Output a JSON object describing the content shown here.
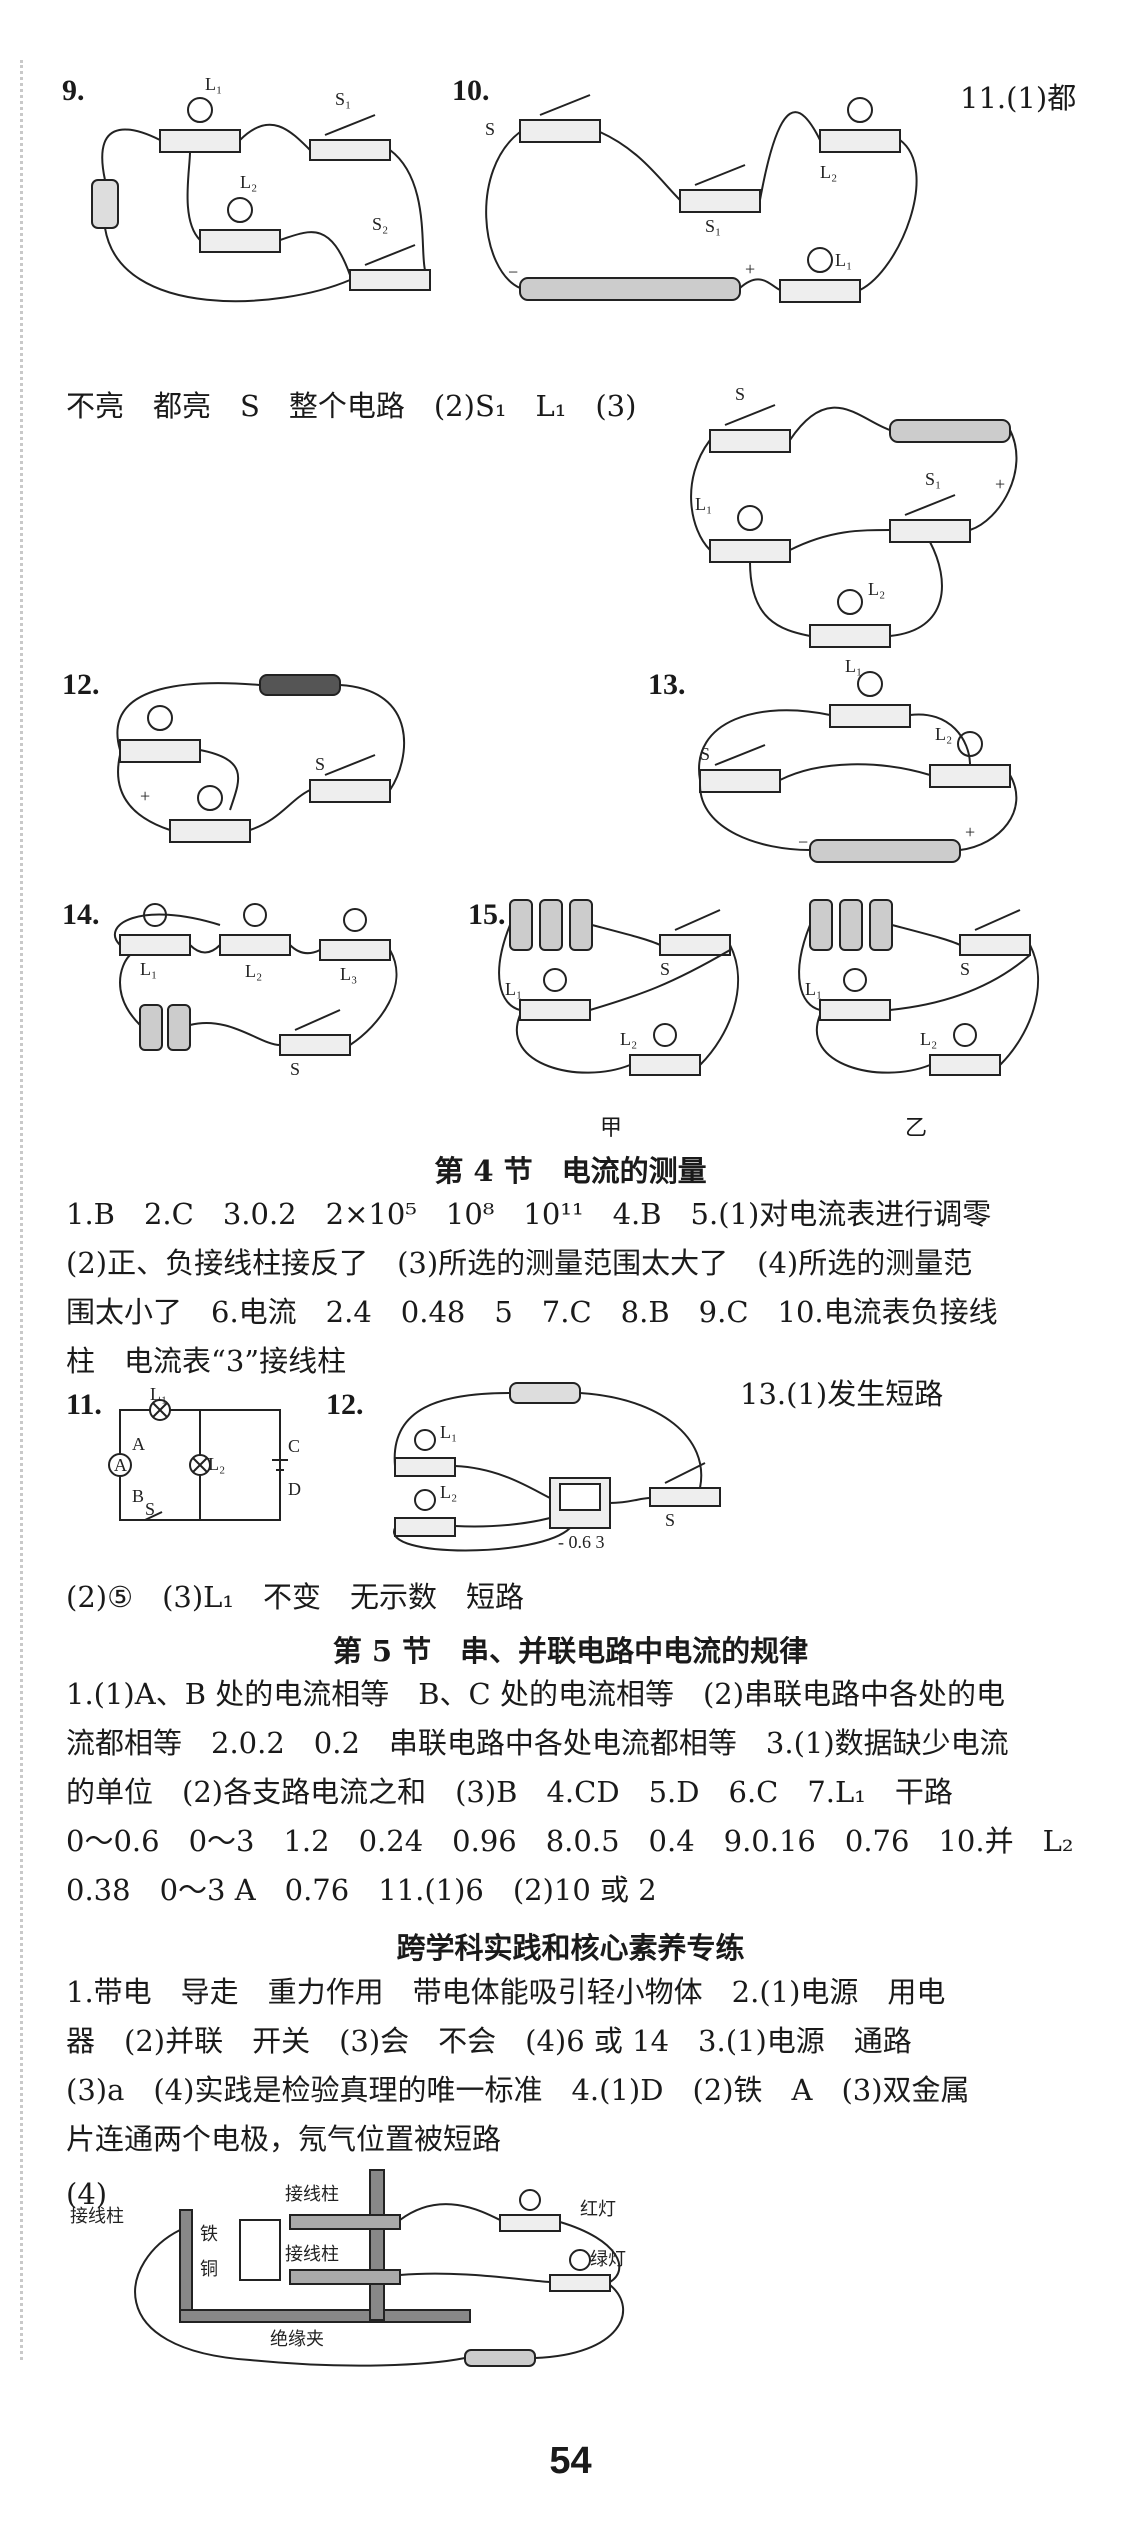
{
  "row1": {
    "q9": "9.",
    "q10": "10.",
    "q11_start": "11.(1)都",
    "q11_cont": "不亮　都亮　S　整个电路　(2)S₁　L₁　(3)"
  },
  "row2": {
    "q12": "12.",
    "q13": "13."
  },
  "row3": {
    "q14": "14.",
    "q15": "15.",
    "cap_jia": "甲",
    "cap_yi": "乙"
  },
  "figure_labels": {
    "L1": "L₁",
    "L2": "L₂",
    "L3": "L₃",
    "S": "S",
    "S1": "S₁",
    "S2": "S₂",
    "plus": "+",
    "minus": "−",
    "A": "A",
    "B": "B",
    "C": "C",
    "D": "D",
    "ammeter": "A",
    "terminal_post": "接线柱",
    "iron": "铁",
    "copper": "铜",
    "red_lamp": "红灯",
    "green_lamp": "绿灯",
    "insulating_clamp": "绝缘夹",
    "scale": "- 0.6 3"
  },
  "sec4": {
    "title": "第 4 节　电流的测量",
    "lines": [
      "1.B　2.C　3.0.2　2×10⁵　10⁸　10¹¹　4.B　5.(1)对电流表进行调零",
      "(2)正、负接线柱接反了　(3)所选的测量范围太大了　(4)所选的测量范",
      "围太小了　6.电流　2.4　0.48　5　7.C　8.B　9.C　10.电流表负接线",
      "柱　电流表“3”接线柱"
    ],
    "q11": "11.",
    "q12": "12.",
    "q13": "13.(1)发生短路",
    "tail": "(2)⑤　(3)L₁　不变　无示数　短路"
  },
  "sec5": {
    "title": "第 5 节　串、并联电路中电流的规律",
    "lines": [
      "1.(1)A、B 处的电流相等　B、C 处的电流相等　(2)串联电路中各处的电",
      "流都相等　2.0.2　0.2　串联电路中各处电流都相等　3.(1)数据缺少电流",
      "的单位　(2)各支路电流之和　(3)B　4.CD　5.D　6.C　7.L₁　干路",
      "0～0.6　0～3　1.2　0.24　0.96　8.0.5　0.4　9.0.16　0.76　10.并　L₂",
      "0.38　0～3 A　0.76　11.(1)6　(2)10 或 2"
    ]
  },
  "sec6": {
    "title": "跨学科实践和核心素养专练",
    "lines": [
      "1.带电　导走　重力作用　带电体能吸引轻小物体　2.(1)电源　用电",
      "器　(2)并联　开关　(3)会　不会　(4)6 或 14　3.(1)电源　通路",
      "(3)a　(4)实践是检验真理的唯一标准　4.(1)D　(2)铁　A　(3)双金属",
      "片连通两个电极，氖气位置被短路"
    ],
    "q4": "(4)"
  },
  "page_number": "54"
}
